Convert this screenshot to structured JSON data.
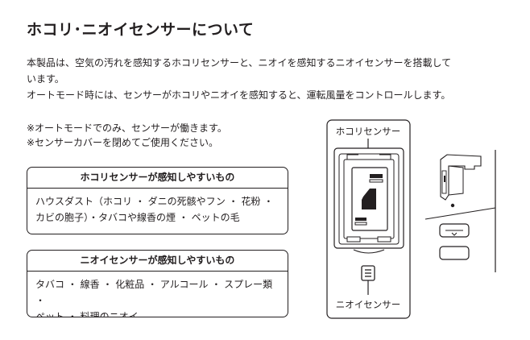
{
  "page": {
    "title": "ホコリ･ニオイセンサーについて"
  },
  "intro": {
    "line1": "本製品は、空気の汚れを感知するホコリセンサーと、ニオイを感知するニオイセンサーを搭載して",
    "line2": "います。",
    "line3": "オートモード時には、センサーがホコリやニオイを感知すると、運転風量をコントロールします。"
  },
  "notes": [
    "※オートモードでのみ、センサーが働きます。",
    "※センサーカバーを閉めてご使用ください。"
  ],
  "dust_box": {
    "heading": "ホコリセンサーが感知しやすいもの",
    "line1": "ハウスダスト（ホコリ ・ ダニの死骸やフン ・ 花粉 ・",
    "line2": "カビの胞子）・タバコや線香の煙 ・ ペットの毛"
  },
  "odor_box": {
    "heading": "ニオイセンサーが感知しやすいもの",
    "line1": "タバコ ・ 線香 ・ 化粧品 ・ アルコール ・ スプレー類 ・",
    "line2": "ペット ・ 料理のニオイ"
  },
  "diagram": {
    "dust_sensor_label": "ホコリセンサー",
    "odor_sensor_label": "ニオイセンサー"
  }
}
